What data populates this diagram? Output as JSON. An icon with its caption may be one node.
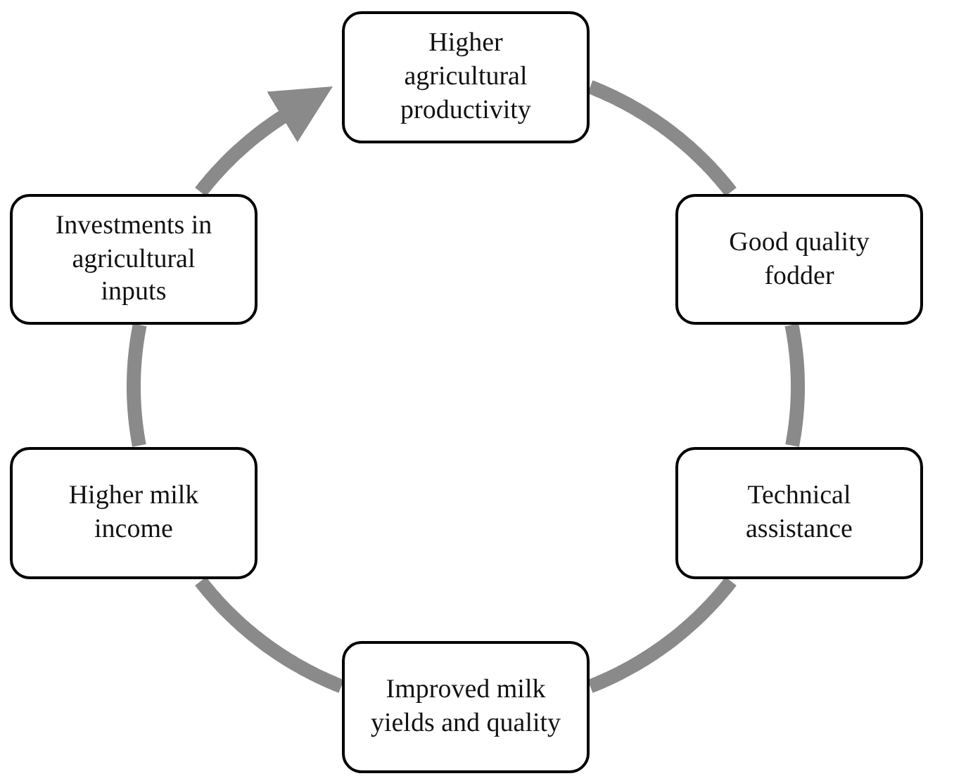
{
  "diagram": {
    "nodes": [
      {
        "text": [
          "Higher agricultural productivity"
        ]
      },
      {
        "text": [
          "Good quality fodder"
        ]
      },
      {
        "text": [
          "Technical assistance"
        ]
      },
      {
        "text": [
          "Improved milk yields and quality"
        ]
      },
      {
        "text": [
          "Higher milk income"
        ]
      },
      {
        "text": [
          "Investments in agricultural inputs"
        ]
      }
    ],
    "edges": [
      {
        "from": 0,
        "to": 1,
        "arrow": "none"
      },
      {
        "from": 1,
        "to": 2,
        "arrow": "none"
      },
      {
        "from": 2,
        "to": 3,
        "arrow": "none"
      },
      {
        "from": 3,
        "to": 4,
        "arrow": "none"
      },
      {
        "from": 4,
        "to": 5,
        "arrow": "none"
      },
      {
        "from": 5,
        "to": 0,
        "arrow": "to"
      }
    ]
  }
}
